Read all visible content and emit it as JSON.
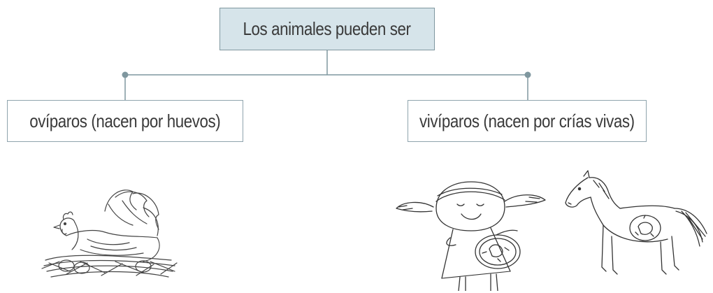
{
  "diagram": {
    "root": {
      "label": "Los animales pueden ser"
    },
    "children": [
      {
        "label": "ovíparos (nacen por huevos)",
        "illustration": "hen-on-nest-sketch"
      },
      {
        "label": "vivíparos (nacen por crías vivas)",
        "illustrations": [
          "pregnant-girl-sketch",
          "pregnant-horse-sketch"
        ]
      }
    ],
    "colors": {
      "root_fill": "#d6e4ea",
      "border": "#8fa4ad",
      "connector": "#7f979f",
      "text": "#3a3a3a"
    }
  }
}
